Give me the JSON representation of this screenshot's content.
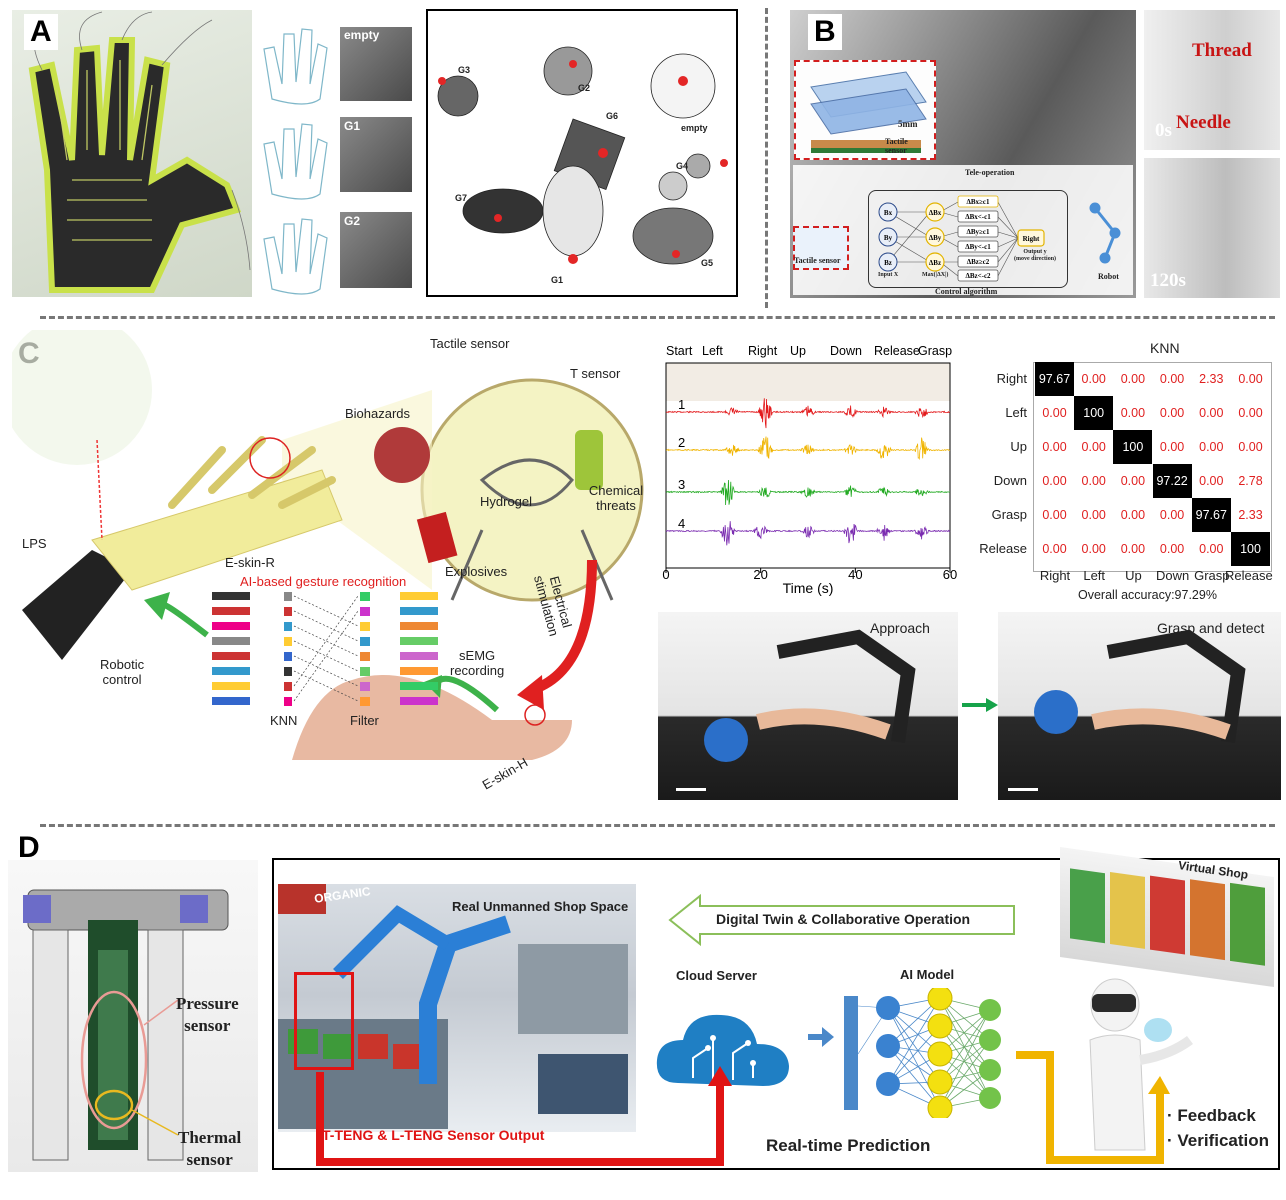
{
  "panels": {
    "A": {
      "label": "A",
      "glove_tags": [
        "empty",
        "G1",
        "G2"
      ],
      "cluster_labels": [
        "G3",
        "G2",
        "empty",
        "G6",
        "G4",
        "G7",
        "G1",
        "G5"
      ]
    },
    "B": {
      "label": "B",
      "scale": "5mm",
      "tactile_sensor_box": "Tactile\nsensor",
      "tactile_sensor": "Tactile sensor",
      "tele_operation": "Tele-operation",
      "inputs": [
        "Bx",
        "By",
        "Bz"
      ],
      "mid_nodes": [
        "ΔBx",
        "ΔBy",
        "ΔBz"
      ],
      "rules": [
        "ΔBx≥c1",
        "ΔBx<-c1",
        "ΔBy≥c1",
        "ΔBy<-c1",
        "ΔBz≥c2",
        "ΔBz<-c2"
      ],
      "input_label": "Input X",
      "max_label": "Max(|ΔX|)",
      "output_node": "Right",
      "output_label": "Output y\n(move direction)",
      "control_algorithm": "Control algorithm",
      "robot": "Robot",
      "thread": "Thread",
      "needle": "Needle",
      "time0": "0s",
      "time1": "120s"
    },
    "C": {
      "label": "C",
      "tactile_sensor": "Tactile sensor",
      "t_sensor": "T sensor",
      "biohazards": "Biohazards",
      "hydrogel": "Hydrogel",
      "chemical_threats": "Chemical threats",
      "explosives": "Explosives",
      "lps": "LPS",
      "e_skin_r": "E-skin-R",
      "ai_title": "AI-based gesture recognition",
      "knn": "KNN",
      "filter": "Filter",
      "robotic_control": "Robotic\ncontrol",
      "semg": "sEMG\nrecording",
      "electrical": "Electrical\nstimulation",
      "e_skin_h": "E-skin-H",
      "approach": "Approach",
      "grasp_detect": "Grasp and detect"
    },
    "D": {
      "label": "D",
      "pressure_sensor": "Pressure\nsensor",
      "thermal_sensor": "Thermal\nsensor",
      "organic": "ORGANIC",
      "real_shop": "Real Unmanned Shop Space",
      "digital_twin": "Digital Twin & Collaborative Operation",
      "virtual_shop": "Virtual Shop",
      "cloud_server": "Cloud Server",
      "ai_model": "AI Model",
      "teng_output": "T-TENG & L-TENG Sensor Output",
      "realtime": "Real-time Prediction",
      "feedback": "· Feedback",
      "verification": "· Verification"
    }
  },
  "chart_data": [
    {
      "type": "line",
      "gestures": [
        "Start",
        "Left",
        "Right",
        "Up",
        "Down",
        "Release",
        "Grasp"
      ],
      "xlabel": "Time (s)",
      "x_ticks": [
        "0",
        "20",
        "40",
        "60"
      ],
      "xlim": [
        0,
        60
      ],
      "series": [
        {
          "name": "1",
          "color": "#e31a1c",
          "bursts": [
            14,
            21,
            30,
            39,
            46,
            54
          ],
          "amps": [
            0.25,
            1.0,
            0.35,
            0.35,
            0.3,
            0.4
          ]
        },
        {
          "name": "2",
          "color": "#f0b400",
          "bursts": [
            14,
            21,
            30,
            39,
            46,
            54
          ],
          "amps": [
            0.35,
            1.0,
            0.35,
            0.3,
            0.7,
            0.8
          ]
        },
        {
          "name": "3",
          "color": "#22aa22",
          "bursts": [
            13,
            21,
            30,
            39,
            46,
            54
          ],
          "amps": [
            1.0,
            0.4,
            0.35,
            0.35,
            0.35,
            0.35
          ]
        },
        {
          "name": "4",
          "color": "#7a2bb0",
          "bursts": [
            13,
            20,
            30,
            39,
            46,
            54
          ],
          "amps": [
            1.0,
            0.6,
            0.4,
            0.9,
            0.6,
            0.5
          ]
        }
      ]
    },
    {
      "type": "heatmap",
      "title": "KNN",
      "rows": [
        "Right",
        "Left",
        "Up",
        "Down",
        "Grasp",
        "Release"
      ],
      "cols": [
        "Right",
        "Left",
        "Up",
        "Down",
        "Grasp",
        "Release"
      ],
      "values": [
        [
          "97.67",
          "0.00",
          "0.00",
          "0.00",
          "2.33",
          "0.00"
        ],
        [
          "0.00",
          "100",
          "0.00",
          "0.00",
          "0.00",
          "0.00"
        ],
        [
          "0.00",
          "0.00",
          "100",
          "0.00",
          "0.00",
          "0.00"
        ],
        [
          "0.00",
          "0.00",
          "0.00",
          "97.22",
          "0.00",
          "2.78"
        ],
        [
          "0.00",
          "0.00",
          "0.00",
          "0.00",
          "97.67",
          "2.33"
        ],
        [
          "0.00",
          "0.00",
          "0.00",
          "0.00",
          "0.00",
          "100"
        ]
      ],
      "footer": "Overall accuracy:97.29%"
    }
  ]
}
